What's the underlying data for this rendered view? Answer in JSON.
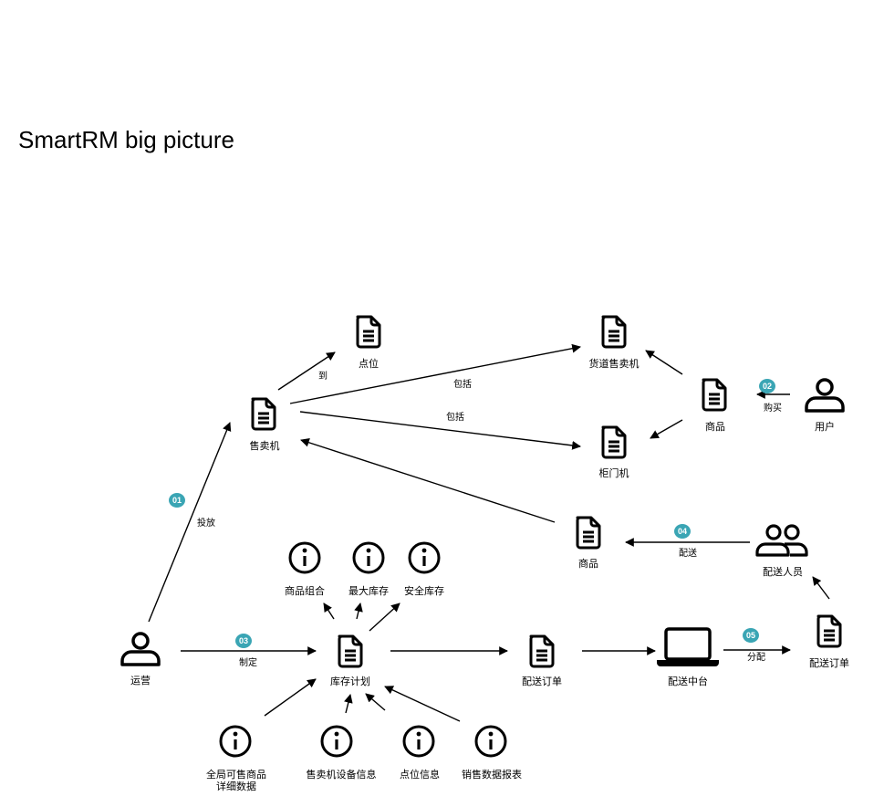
{
  "title": "SmartRM big picture",
  "colors": {
    "badge": "#3aa5b4",
    "stroke": "#000000",
    "background": "#ffffff"
  },
  "nodes": {
    "vending_machine": "售卖机",
    "location": "点位",
    "lane_vending": "货道售卖机",
    "cabinet": "柜门机",
    "product_top": "商品",
    "user": "用户",
    "product_mid": "商品",
    "delivery_staff": "配送人员",
    "operations": "运营",
    "inventory_plan": "库存计划",
    "delivery_order": "配送订单",
    "delivery_center": "配送中台",
    "delivery_order_right": "配送订单",
    "product_combo": "商品组合",
    "max_inventory": "最大库存",
    "safety_inventory": "安全库存",
    "global_sellable_line1": "全局可售商品",
    "global_sellable_line2": "详细数据",
    "machine_device_info": "售卖机设备信息",
    "location_info": "点位信息",
    "sales_report": "销售数据报表"
  },
  "edges": {
    "to": "到",
    "includes_1": "包括",
    "includes_2": "包括",
    "purchase": "购买",
    "deliver": "配送",
    "place": "投放",
    "formulate": "制定",
    "assign": "分配"
  },
  "badges": {
    "b01": "01",
    "b02": "02",
    "b03": "03",
    "b04": "04",
    "b05": "05"
  }
}
